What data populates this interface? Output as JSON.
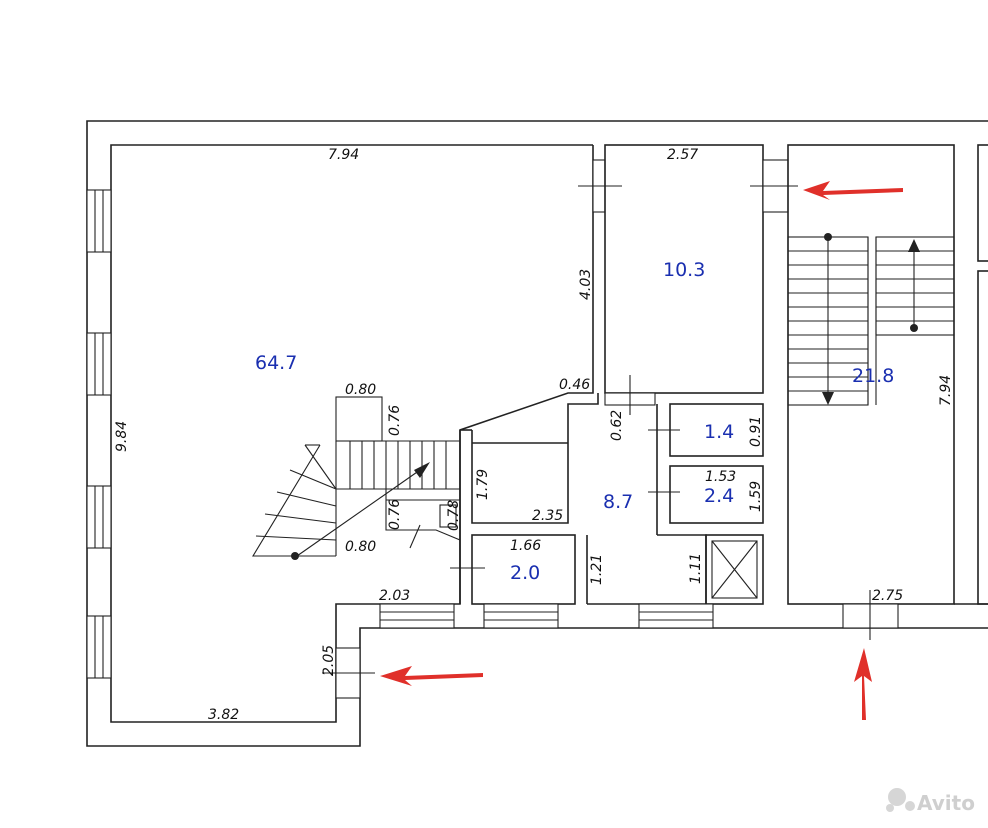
{
  "rooms": {
    "main_hall": "64.7",
    "room_top": "10.3",
    "stair_hall": "21.8",
    "small_a": "1.4",
    "small_b": "2.4",
    "corridor": "8.7",
    "small_c": "2.0"
  },
  "dimensions": {
    "d_794_top": "7.94",
    "d_257": "2.57",
    "d_403": "4.03",
    "d_046": "0.46",
    "d_080_top": "0.80",
    "d_076_a": "0.76",
    "d_076_b": "0.76",
    "d_078": "0.78",
    "d_080_bot": "0.80",
    "d_984": "9.84",
    "d_062": "0.62",
    "d_091": "0.91",
    "d_153": "1.53",
    "d_159": "1.59",
    "d_179": "1.79",
    "d_235": "2.35",
    "d_166": "1.66",
    "d_121": "1.21",
    "d_111": "1.11",
    "d_794_right": "7.94",
    "d_275": "2.75",
    "d_203": "2.03",
    "d_205": "2.05",
    "d_382": "3.82"
  },
  "watermark": "Avito",
  "colors": {
    "area_text": "#1a2fb0",
    "arrow": "#e0302a"
  }
}
